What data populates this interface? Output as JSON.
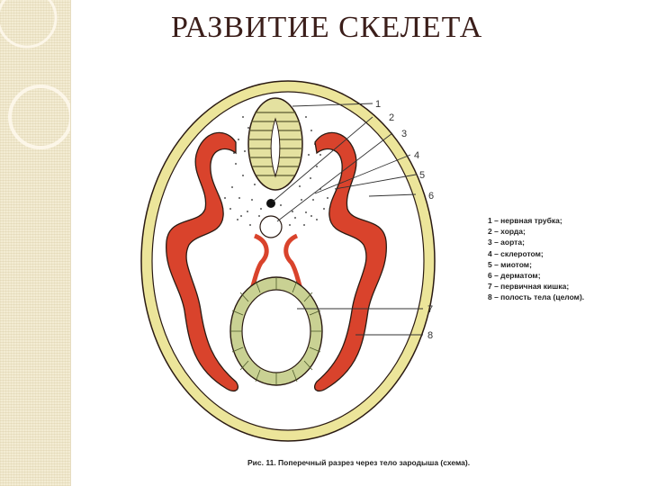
{
  "slide": {
    "title": "РАЗВИТИЕ СКЕЛЕТА"
  },
  "diagram": {
    "labels": [
      "1",
      "2",
      "3",
      "4",
      "5",
      "6",
      "7",
      "8"
    ],
    "legend": [
      "1 – нервная трубка;",
      "2 – хорда;",
      "3 – аорта;",
      "4 – склеротом;",
      "5 – миотом;",
      "6 – дерматом;",
      "7 – первичная кишка;",
      "8 – полость тела (целом)."
    ],
    "caption": "Рис. 11. Поперечный разрез через тело зародыша (схема).",
    "colors": {
      "ectoderm": "#ece59a",
      "mesoderm": "#d9432c",
      "neural_tube": "#e4e1a0",
      "gut": "#c9d193",
      "outline": "#2a1a12"
    }
  }
}
